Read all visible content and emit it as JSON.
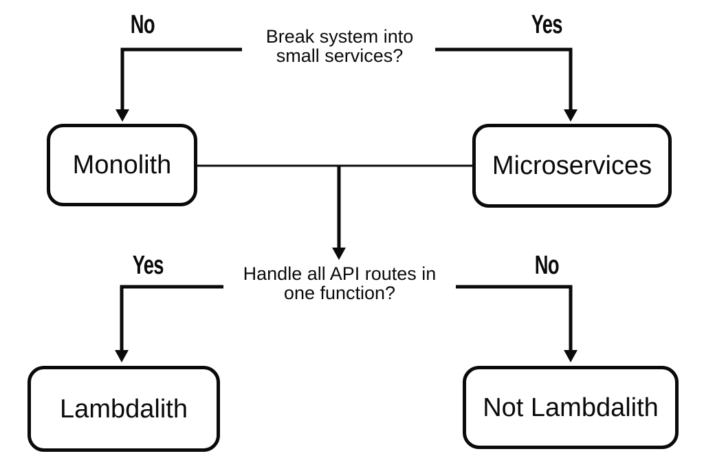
{
  "flowchart": {
    "background_color": "#ffffff",
    "ink_color": "#0a0a0a",
    "question1": {
      "text": "Break system into\nsmall services?",
      "left_label": "No",
      "right_label": "Yes"
    },
    "question2": {
      "text": "Handle all API routes in\none function?",
      "left_label": "Yes",
      "right_label": "No"
    },
    "nodes": {
      "monolith": "Monolith",
      "microservices": "Microservices",
      "lambdalith": "Lambdalith",
      "not_lambdalith": "Not Lambdalith"
    }
  }
}
